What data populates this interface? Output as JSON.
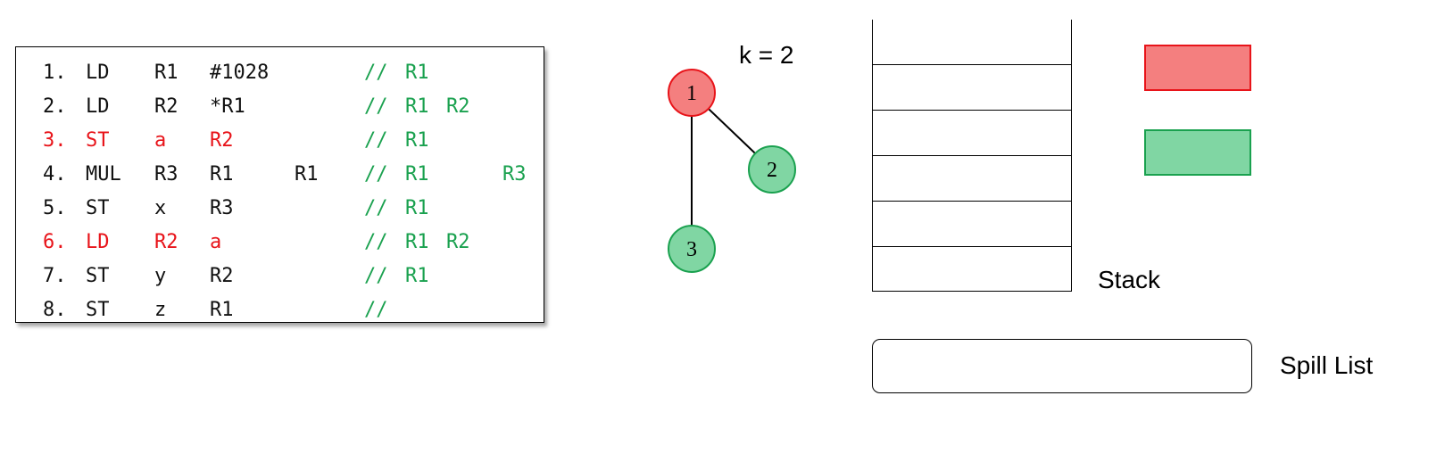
{
  "code": {
    "lines": [
      {
        "num": "1.",
        "op": "LD",
        "a1": "R1",
        "a2": "#1028",
        "a3": "",
        "comment": "//",
        "live1": "R1",
        "live2": "",
        "live3": "",
        "spill": false
      },
      {
        "num": "2.",
        "op": "LD",
        "a1": "R2",
        "a2": "*R1",
        "a3": "",
        "comment": "//",
        "live1": "R1",
        "live2": "R2",
        "live3": "",
        "spill": false
      },
      {
        "num": "3.",
        "op": "ST",
        "a1": "a",
        "a2": "R2",
        "a3": "",
        "comment": "//",
        "live1": "R1",
        "live2": "",
        "live3": "",
        "spill": true
      },
      {
        "num": "4.",
        "op": "MUL",
        "a1": "R3",
        "a2": "R1",
        "a3": "R1",
        "comment": "//",
        "live1": "R1",
        "live2": "",
        "live3": "R3",
        "spill": false
      },
      {
        "num": "5.",
        "op": "ST",
        "a1": "x",
        "a2": "R3",
        "a3": "",
        "comment": "//",
        "live1": "R1",
        "live2": "",
        "live3": "",
        "spill": false
      },
      {
        "num": "6.",
        "op": "LD",
        "a1": "R2",
        "a2": "a",
        "a3": "",
        "comment": "//",
        "live1": "R1",
        "live2": "R2",
        "live3": "",
        "spill": true
      },
      {
        "num": "7.",
        "op": "ST",
        "a1": "y",
        "a2": "R2",
        "a3": "",
        "comment": "//",
        "live1": "R1",
        "live2": "",
        "live3": "",
        "spill": false
      },
      {
        "num": "8.",
        "op": "ST",
        "a1": "z",
        "a2": "R1",
        "a3": "",
        "comment": "//",
        "live1": "",
        "live2": "",
        "live3": "",
        "spill": false
      }
    ]
  },
  "graph": {
    "k_label": "k = 2",
    "nodes": [
      {
        "id": "n1",
        "label": "1",
        "fill": "#f47f7f",
        "stroke": "#e8141a"
      },
      {
        "id": "n2",
        "label": "2",
        "fill": "#80d6a3",
        "stroke": "#1aa14f"
      },
      {
        "id": "n3",
        "label": "3",
        "fill": "#80d6a3",
        "stroke": "#1aa14f"
      }
    ],
    "edges": [
      [
        "n1",
        "n2"
      ],
      [
        "n1",
        "n3"
      ]
    ]
  },
  "stack": {
    "label": "Stack",
    "slots": 6
  },
  "spill_list": {
    "label": "Spill List"
  },
  "colors": {
    "spill_text": "#e8141a",
    "live_text": "#1aa14f",
    "red_fill": "#f47f7f",
    "red_border": "#e8141a",
    "green_fill": "#80d6a3",
    "green_border": "#1aa14f"
  },
  "legend": [
    {
      "name": "red-color-swatch",
      "fill": "#f47f7f",
      "border": "#e8141a"
    },
    {
      "name": "green-color-swatch",
      "fill": "#80d6a3",
      "border": "#1aa14f"
    }
  ]
}
